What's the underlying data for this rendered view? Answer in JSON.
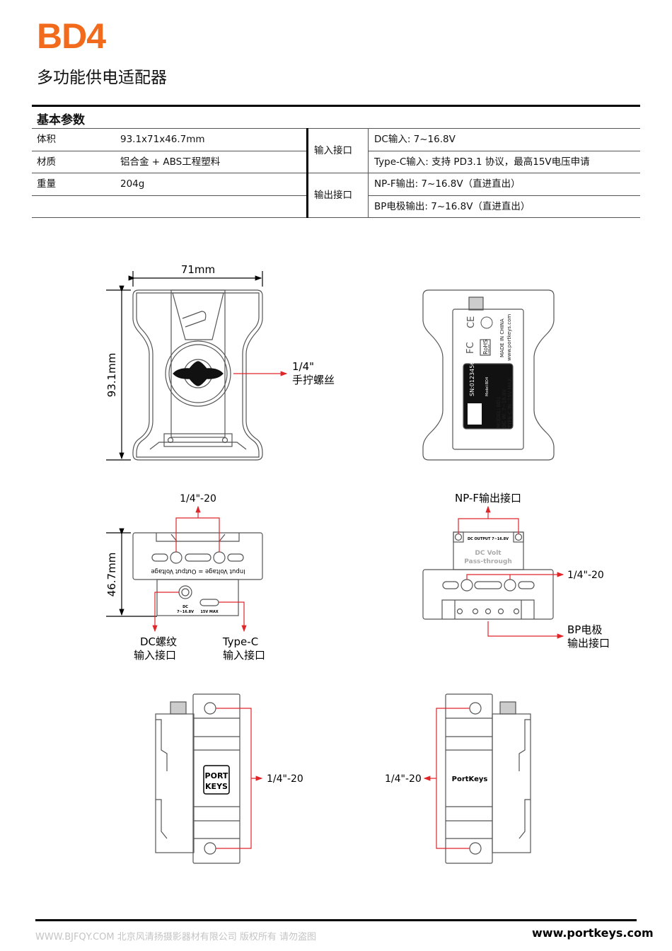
{
  "header": {
    "title": "BD4",
    "subtitle": "多功能供电适配器",
    "accent_color": "#f26b1d"
  },
  "specs": {
    "section_title": "基本参数",
    "left_rows": [
      {
        "label": "体积",
        "value": "93.1x71x46.7mm"
      },
      {
        "label": "材质",
        "value": "铝合金 + ABS工程塑料"
      },
      {
        "label": "重量",
        "value": "204g"
      }
    ],
    "groups": [
      {
        "label": "输入接口",
        "items": [
          "DC输入: 7~16.8V",
          "Type-C输入: 支持 PD3.1 协议，最高15V电压申请"
        ]
      },
      {
        "label": "输出接口",
        "items": [
          "NP-F输出: 7~16.8V（直进直出）",
          "BP电极输出: 7~16.8V（直进直出）"
        ]
      }
    ]
  },
  "diagrams": {
    "front": {
      "width_dim": "71mm",
      "height_dim": "93.1mm",
      "callout_line1": "1/4\"",
      "callout_line2": "手拧螺丝"
    },
    "back": {
      "sn": "SN:0123456",
      "model_small": "Model:BD4",
      "model": "MODEL: BD1",
      "dc_in": "DC IN: 7~16.8V",
      "typec_in": "TYPE-C IN: 15V MAX",
      "made_in": "MADE IN CHINA",
      "site": "www.portkeys.com",
      "cert_fc": "FC",
      "cert_ce": "CE",
      "cert_rohs": "RoHS",
      "cert_rohs_sub": "COMPLIANT"
    },
    "top_left": {
      "height_dim": "46.7mm",
      "mount_label": "1/4\"-20",
      "engraving": "Input Voltage = Output Voltage",
      "dc_port_label": "DC",
      "dc_port_value": "7~16.8V",
      "typec_port_label": "15V MAX",
      "dc_callout_line1": "DC螺纹",
      "dc_callout_line2": "输入接口",
      "typec_callout_line1": "Type-C",
      "typec_callout_line2": "输入接口"
    },
    "top_right": {
      "npf_callout": "NP-F输出接口",
      "plate_text": "DC OUTPUT 7~16.8V",
      "passthrough_line1": "DC Volt",
      "passthrough_line2": "Pass-through",
      "mount_label": "1/4\"-20",
      "bp_callout_line1": "BP电极",
      "bp_callout_line2": "输出接口"
    },
    "side_left": {
      "logo_line1": "PORT",
      "logo_line2": "KEYS",
      "mount_label": "1/4\"-20"
    },
    "side_right": {
      "logo": "PortKeys",
      "mount_label": "1/4\"-20"
    },
    "callout_color": "#e0262b"
  },
  "footer": {
    "website": "www.portkeys.com",
    "watermark": "WWW.BJFQY.COM 北京风清扬摄影器材有限公司 版权所有 请勿盗图"
  }
}
